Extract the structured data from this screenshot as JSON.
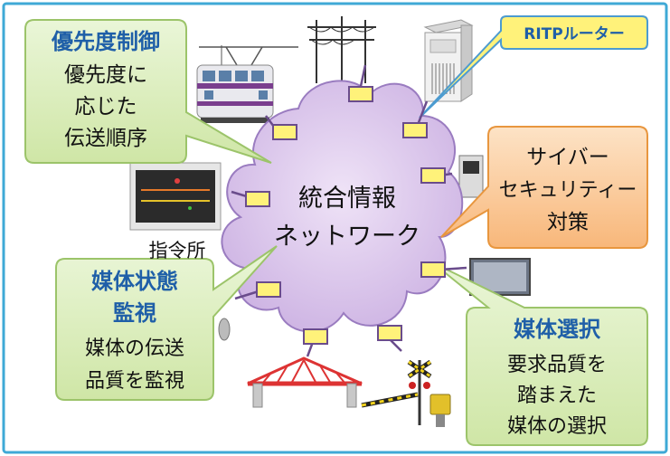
{
  "cloud": {
    "line1": "統合情報",
    "line2": "ネットワーク"
  },
  "router_label": "RITPルーター",
  "priority": {
    "title": "優先度制御",
    "lines": [
      "優先度に",
      "応じた",
      "伝送順序"
    ]
  },
  "cyber": {
    "lines": [
      "サイバー",
      "セキュリティー",
      "対策"
    ]
  },
  "monitor": {
    "title_lines": [
      "媒体状態",
      "監視"
    ],
    "lines": [
      "媒体の伝送",
      "品質を監視"
    ]
  },
  "select": {
    "title": "媒体選択",
    "lines": [
      "要求品質を",
      "踏まえた",
      "媒体の選択"
    ]
  },
  "command_center_label": "指令所",
  "colors": {
    "border": "#3fa9d6",
    "cloud_fill": "#dcc8ec",
    "cloud_stroke": "#9a7cc0",
    "router_fill": "#fff27a",
    "router_stroke": "#6a4c8c",
    "green_box": "#ddefc3",
    "green_stroke": "#9cc46a",
    "orange_box": "#fbd0a6",
    "orange_stroke": "#e8963e",
    "title_blue": "#1f5fa8"
  }
}
